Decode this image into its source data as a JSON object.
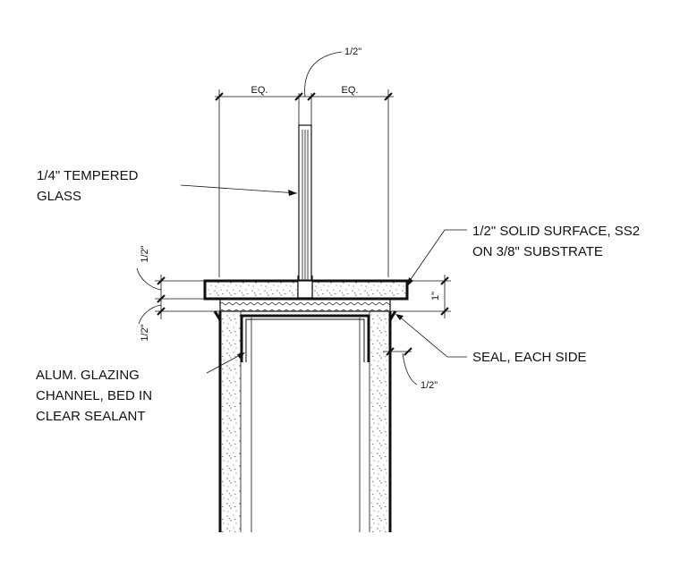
{
  "dimensions": {
    "top_gap": "1/2\"",
    "eq_left": "EQ.",
    "eq_right": "EQ.",
    "left_upper": "1/2\"",
    "left_lower": "1/2\"",
    "right_height": "1\"",
    "right_side_gap": "1/2\""
  },
  "callouts": {
    "glass": [
      "1/4\" TEMPERED",
      "GLASS"
    ],
    "solid_surface": [
      "1/2\" SOLID SURFACE, SS2",
      "ON 3/8\" SUBSTRATE"
    ],
    "seal": [
      "SEAL, EACH SIDE"
    ],
    "channel": [
      "ALUM. GLAZING",
      "CHANNEL, BED IN",
      "CLEAR SEALANT"
    ]
  }
}
